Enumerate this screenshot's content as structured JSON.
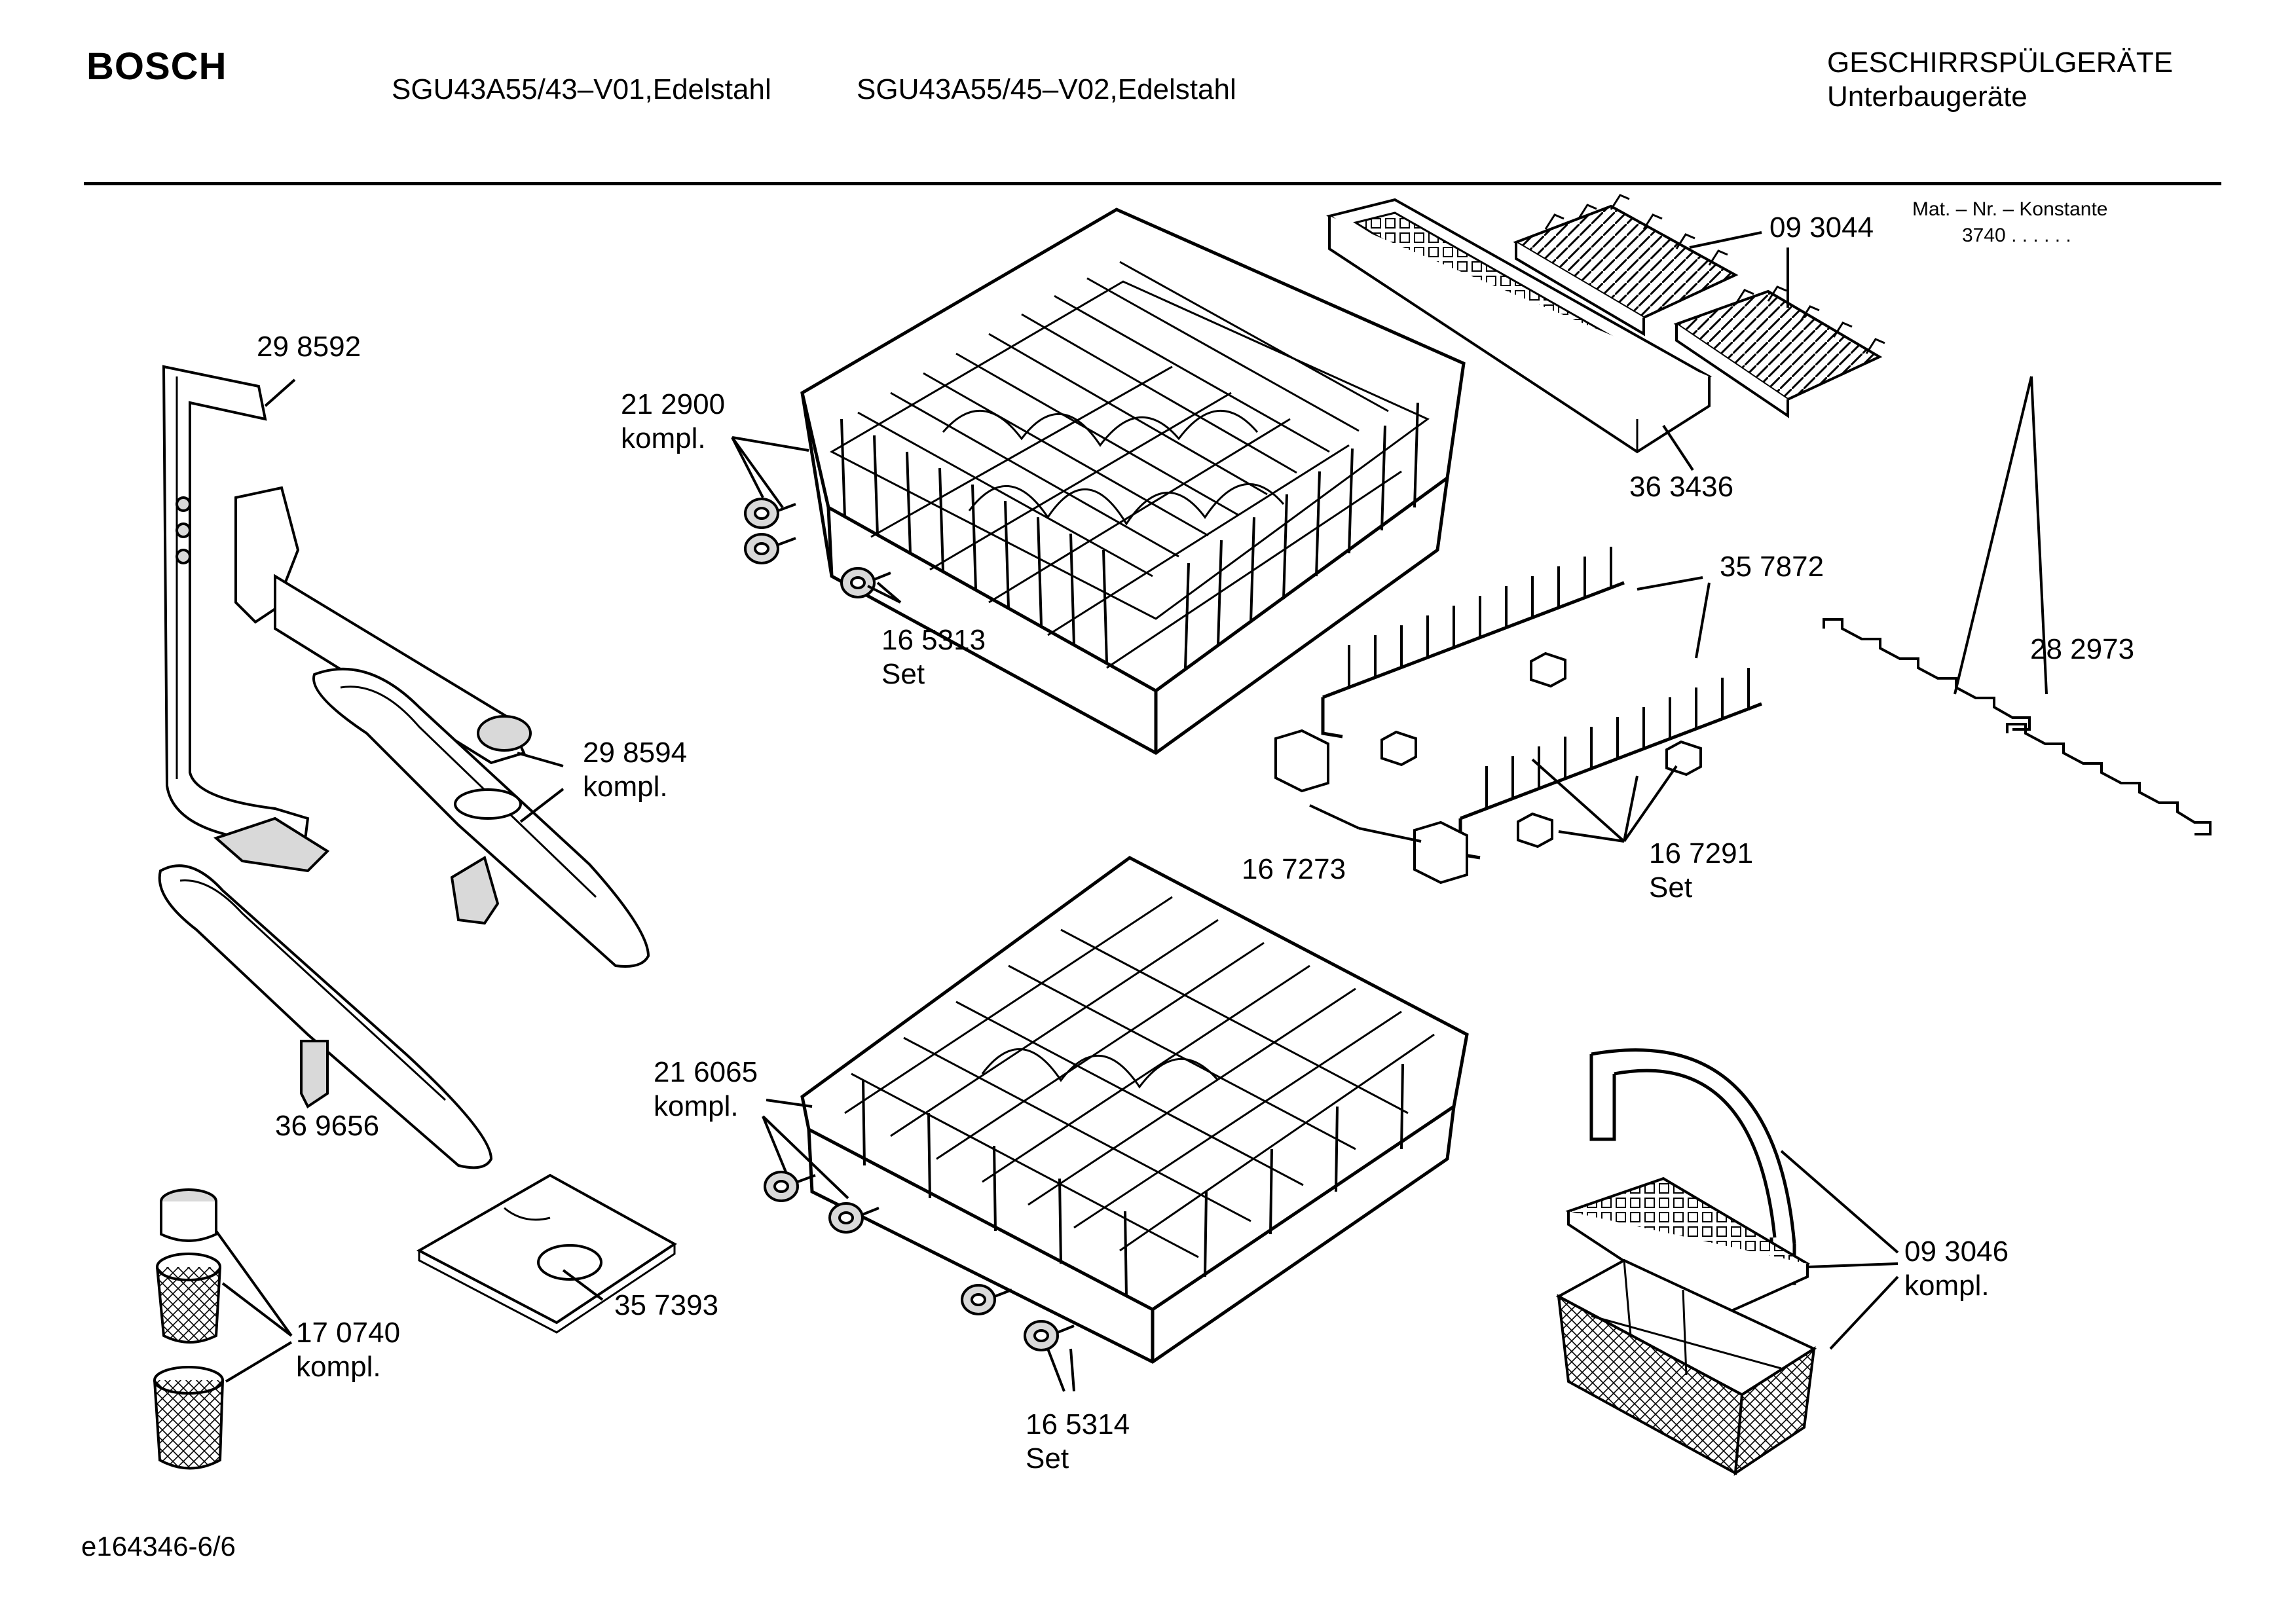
{
  "header": {
    "brand": "BOSCH",
    "model_1": "SGU43A55/43–V01,Edelstahl",
    "model_2": "SGU43A55/45–V02,Edelstahl",
    "category": "GESCHIRRSPÜLGERÄTE",
    "subcategory": "Unterbaugeräte"
  },
  "mat_note": {
    "label": "Mat. – Nr. – Konstante",
    "value": "3740 . . . . . ."
  },
  "footer": {
    "doc_id": "e164346-6/6"
  },
  "parts": {
    "p298592": {
      "number": "29 8592"
    },
    "p212900": {
      "number": "21 2900",
      "suffix": "kompl."
    },
    "p165313": {
      "number": "16 5313",
      "suffix": "Set"
    },
    "p093044": {
      "number": "09 3044"
    },
    "p363436": {
      "number": "36 3436"
    },
    "p357872": {
      "number": "35 7872"
    },
    "p282973": {
      "number": "28 2973"
    },
    "p298594": {
      "number": "29 8594",
      "suffix": "kompl."
    },
    "p167273": {
      "number": "16 7273"
    },
    "p167291": {
      "number": "16 7291",
      "suffix": "Set"
    },
    "p216065": {
      "number": "21 6065",
      "suffix": "kompl."
    },
    "p369656": {
      "number": "36 9656"
    },
    "p357393": {
      "number": "35 7393"
    },
    "p170740": {
      "number": "17 0740",
      "suffix": "kompl."
    },
    "p093046": {
      "number": "09 3046",
      "suffix": "kompl."
    },
    "p165314": {
      "number": "16 5314",
      "suffix": "Set"
    }
  }
}
